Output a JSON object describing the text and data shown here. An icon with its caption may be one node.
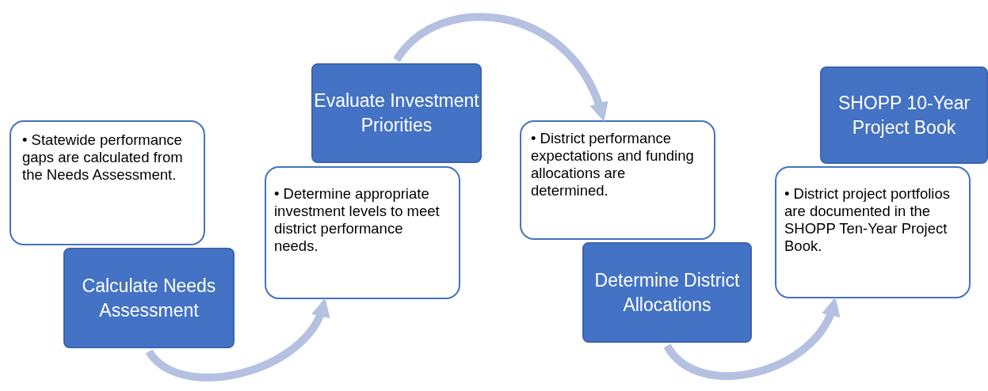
{
  "diagram": {
    "nodes": [
      {
        "text": [
          "• Statewide performance gaps are calculated from the Needs Assessment."
        ]
      },
      {
        "text": [
          "Calculate Needs Assessment"
        ]
      },
      {
        "text": [
          "• Determine appropriate investment levels to meet district performance needs."
        ]
      },
      {
        "text": [
          "Evaluate Investment Priorities"
        ]
      },
      {
        "text": [
          "• District performance expectations and funding allocations are determined."
        ]
      },
      {
        "text": [
          "Determine District Allocations"
        ]
      },
      {
        "text": [
          "• District project portfolios are documented in the SHOPP Ten-Year Project Book."
        ]
      },
      {
        "text": [
          "SHOPP 10-Year Project Book"
        ]
      }
    ],
    "edges": [
      {
        "from": 1,
        "to": 2,
        "arrow": "to"
      },
      {
        "from": 3,
        "to": 4,
        "arrow": "to"
      },
      {
        "from": 5,
        "to": 6,
        "arrow": "to"
      }
    ]
  }
}
